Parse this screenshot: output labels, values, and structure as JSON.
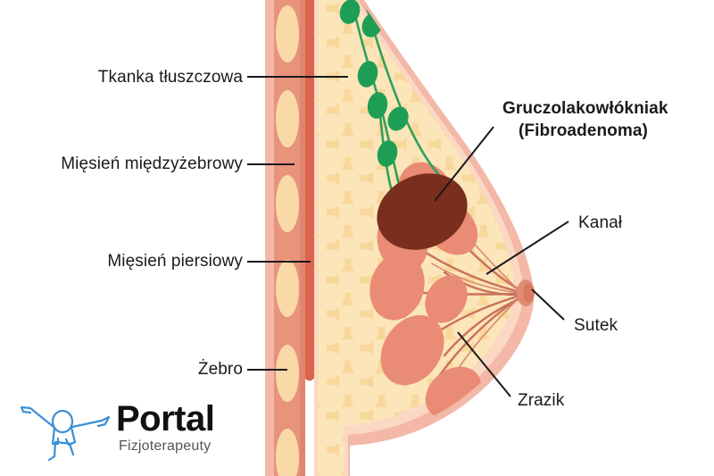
{
  "diagram": {
    "title_alt": "Przekrój piersi z gruczolakowłókniakiem",
    "labels": {
      "fat_tissue": "Tkanka tłuszczowa",
      "intercostal_muscle": "Mięsień międzyżebrowy",
      "pectoral_muscle": "Mięsień piersiowy",
      "rib": "Żebro",
      "fibroadenoma_line1": "Gruczolakowłókniak",
      "fibroadenoma_line2": "(Fibroadenoma)",
      "duct": "Kanał",
      "nipple": "Sutek",
      "lobule": "Zrazik"
    },
    "colors": {
      "skin_outer": "#F3B8A8",
      "rib_column_bg": "#E8937C",
      "rib_bone": "#FAD9A8",
      "pectoral_muscle": "#D9654C",
      "fat_tissue": "#F8D89A",
      "fat_bubble": "#FBE5B9",
      "lobule": "#E98B75",
      "tumor": "#7A2E1E",
      "lymph_node": "#1E9E54",
      "lymph_vessel": "#2FA05B",
      "duct_line": "#C9725C",
      "leader_line": "#1a1a1a",
      "label_text": "#1a1a1a",
      "logo_figure": "#3B8FD4",
      "logo_word": "#111111",
      "logo_sub": "#555555"
    }
  },
  "logo": {
    "word": "Portal",
    "subtitle": "Fizjoterapeuty",
    "figure_icon": "standing-person-icon"
  }
}
